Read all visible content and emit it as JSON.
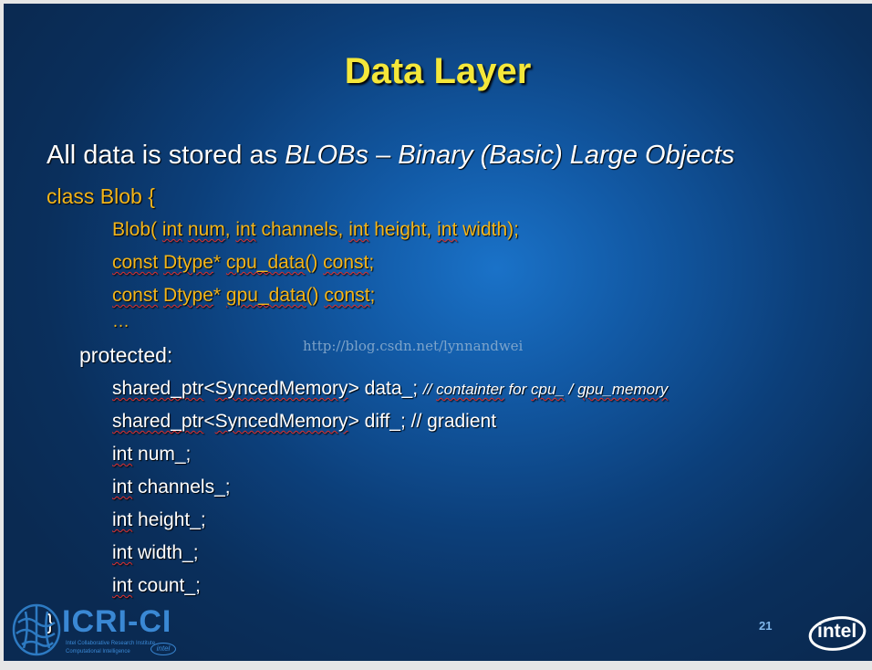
{
  "slide": {
    "title": "Data Layer",
    "intro": {
      "t1": "All data is stored as ",
      "t2": "BLOBs",
      "t3": " – ",
      "t4": "Binary (Basic) Large Objects"
    },
    "class_decl": "class Blob {",
    "ctor": {
      "a": "Blob( ",
      "b": "int",
      "c": " ",
      "d": "num",
      "e": ",  ",
      "f": "int",
      "g": " channels,  ",
      "h": "int",
      "i": " height,  ",
      "j": "int",
      "k": " width);"
    },
    "cpu": {
      "a": "const",
      "b": " ",
      "c": "Dtype",
      "d": "* ",
      "e": "cpu_data",
      "f": "() ",
      "g": "const",
      "h": ";"
    },
    "gpu": {
      "a": "const",
      "b": " ",
      "c": "Dtype",
      "d": "* ",
      "e": "gpu_data",
      "f": "() ",
      "g": "const",
      "h": ";"
    },
    "ellipsis": "…",
    "protected": "protected:",
    "data_member": {
      "a": "shared_ptr",
      "b": "<",
      "c": "SyncedMemory",
      "d": "> data_;  ",
      "e": "// ",
      "f": "containter",
      "g": " for ",
      "h": "cpu_",
      "i": " / ",
      "j": "gpu_memory"
    },
    "diff_member": {
      "a": "shared_ptr",
      "b": "<",
      "c": "SyncedMemory",
      "d": "> diff_;     // gradient"
    },
    "members": [
      {
        "type": "int",
        "rest": " num_;"
      },
      {
        "type": "int",
        "rest": " channels_;"
      },
      {
        "type": "int",
        "rest": " height_;"
      },
      {
        "type": "int",
        "rest": " width_;"
      },
      {
        "type": "int",
        "rest": " count_;"
      }
    ],
    "closing": "}",
    "watermark": "http://blog.csdn.net/lynnandwei",
    "page_number": "21"
  },
  "logos": {
    "icri": {
      "name": "ICRI-CI",
      "line1": "Intel Collaborative Research Institute",
      "line2": "Computational Intelligence",
      "badge": "intel"
    },
    "intel": "intel"
  },
  "colors": {
    "title": "#f4e73a",
    "code_yellow": "#f3b51a",
    "text": "#ffffff",
    "background": "#0c3f7a"
  }
}
